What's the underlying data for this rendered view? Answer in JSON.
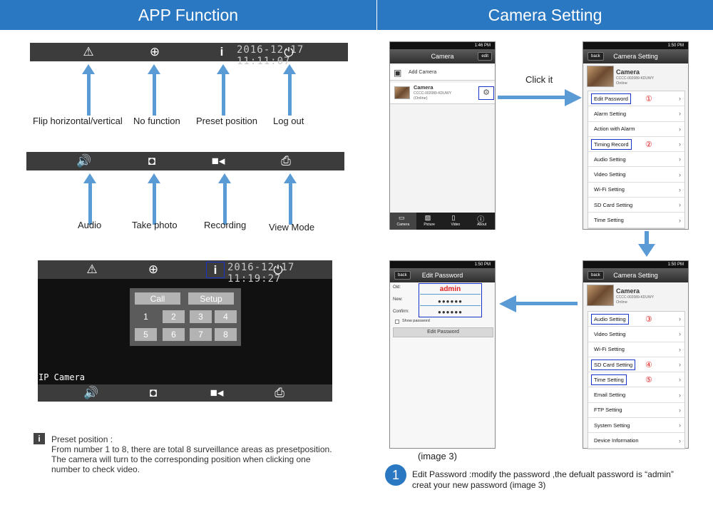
{
  "headers": {
    "left": "APP Function",
    "right": "Camera Setting"
  },
  "bar1": {
    "timestamp": "2016-12-17 11:11:07"
  },
  "bar3": {
    "timestamp": "2016-12-17 11:19:27",
    "overlay": "IP Camera"
  },
  "labels1": [
    "Flip horizontal/vertical",
    "No function",
    "Preset position",
    "Log out"
  ],
  "labels2": [
    "Audio",
    "Take photo",
    "Recording",
    "View Mode"
  ],
  "preset": {
    "call": "Call",
    "setup": "Setup",
    "keys": [
      "1",
      "2",
      "3",
      "4",
      "5",
      "6",
      "7",
      "8"
    ]
  },
  "preset_note": {
    "title": "Preset position :",
    "line1": "From number 1 to 8, there are total 8 surveillance areas as presetposition.",
    "line2": "The camera will turn to the corresponding position when clicking one",
    "line3": "number to check video."
  },
  "click_it": "Click it",
  "phone1": {
    "time": "1:46 PM",
    "title": "Camera",
    "edit": "edit",
    "add": "Add Camera",
    "cam_name": "Camera",
    "cam_id": "CCCC-002089-KDUWY",
    "cam_status": "(Online)",
    "tabs": [
      "Camera",
      "Picture",
      "Video",
      "About"
    ]
  },
  "phone2": {
    "time": "1:50 PM",
    "back": "back",
    "title": "Camera Setting",
    "cam_name": "Camera",
    "cam_id": "CCCC-002089-KDUWY",
    "cam_status": "Online",
    "items": [
      "Edit Password",
      "Alarm Setting",
      "Action with Alarm",
      "Timing Record",
      "Audio Setting",
      "Video Setting",
      "Wi-Fi Setting",
      "SD Card Setting",
      "Time Setting"
    ],
    "nums": [
      "①",
      "②"
    ]
  },
  "phone3": {
    "time": "1:50 PM",
    "back": "back",
    "title": "Camera Setting",
    "cam_name": "Camera",
    "cam_id": "CCCC-002089-KDUWY",
    "cam_status": "Online",
    "items": [
      "Audio Setting",
      "Video Setting",
      "Wi-Fi Setting",
      "SD Card Setting",
      "Time Setting",
      "Email Setting",
      "FTP Setting",
      "System Setting",
      "Device Information"
    ],
    "nums": [
      "③",
      "④",
      "⑤"
    ]
  },
  "phone4": {
    "time": "1:50 PM",
    "back": "back",
    "title": "Edit Password",
    "old": "Old:",
    "new": "New:",
    "confirm": "Confirm:",
    "old_val": "admin",
    "new_val": "●●●●●●",
    "confirm_val": "●●●●●●",
    "show": "Show password",
    "button": "Edit Password"
  },
  "image3": "(image 3)",
  "footnote": {
    "num": "1",
    "line1": "Edit Password :modify the password ,the defualt password is “admin”",
    "line2": "creat your new password (image 3)"
  },
  "colors": {
    "header": "#2b78c2",
    "arrow": "#5b9bd5",
    "highlight": "#1a33c7",
    "marker": "#d22222"
  }
}
